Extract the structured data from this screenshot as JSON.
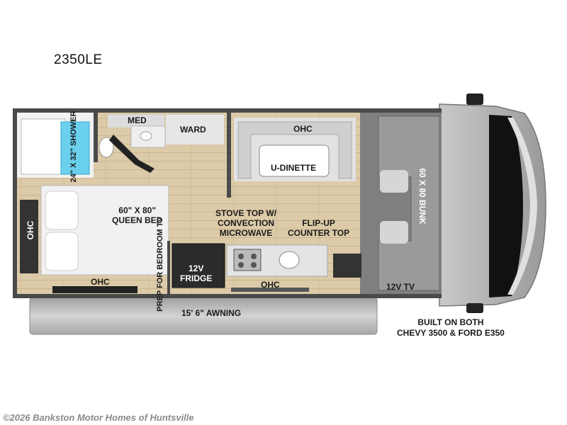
{
  "model_name": "2350LE",
  "labels": {
    "med": "MED",
    "ward": "WARD",
    "ohc_dinette": "OHC",
    "shower": "24\" X 32\" SHOWER",
    "u_dinette": "U-DINETTE",
    "queen_bed_line1": "60\" X 80\"",
    "queen_bed_line2": "QUEEN BED",
    "ohc_left": "OHC",
    "stove_line1": "STOVE TOP W/",
    "stove_line2": "CONVECTION",
    "stove_line3": "MICROWAVE",
    "flip_line1": "FLIP-UP",
    "flip_line2": "COUNTER TOP",
    "bunk": "60 X 80 BUNK",
    "prep_tv": "PREP FOR BEDROOM TV",
    "fridge_line1": "12V",
    "fridge_line2": "FRIDGE",
    "ohc_bed": "OHC",
    "ohc_kitchen": "OHC",
    "tv_12v": "12V TV",
    "awning": "15' 6\" AWNING",
    "built_line1": "BUILT ON BOTH",
    "built_line2": "CHEVY 3500 & FORD E350"
  },
  "copyright": "©2026 Bankston Motor Homes of Huntsville",
  "colors": {
    "wall": "#3a3a3a",
    "floor": "#d9c7a6",
    "cab": "#8e8e8e",
    "shower_glass": "#6ad0ee",
    "awning": "#bdbdbd"
  }
}
